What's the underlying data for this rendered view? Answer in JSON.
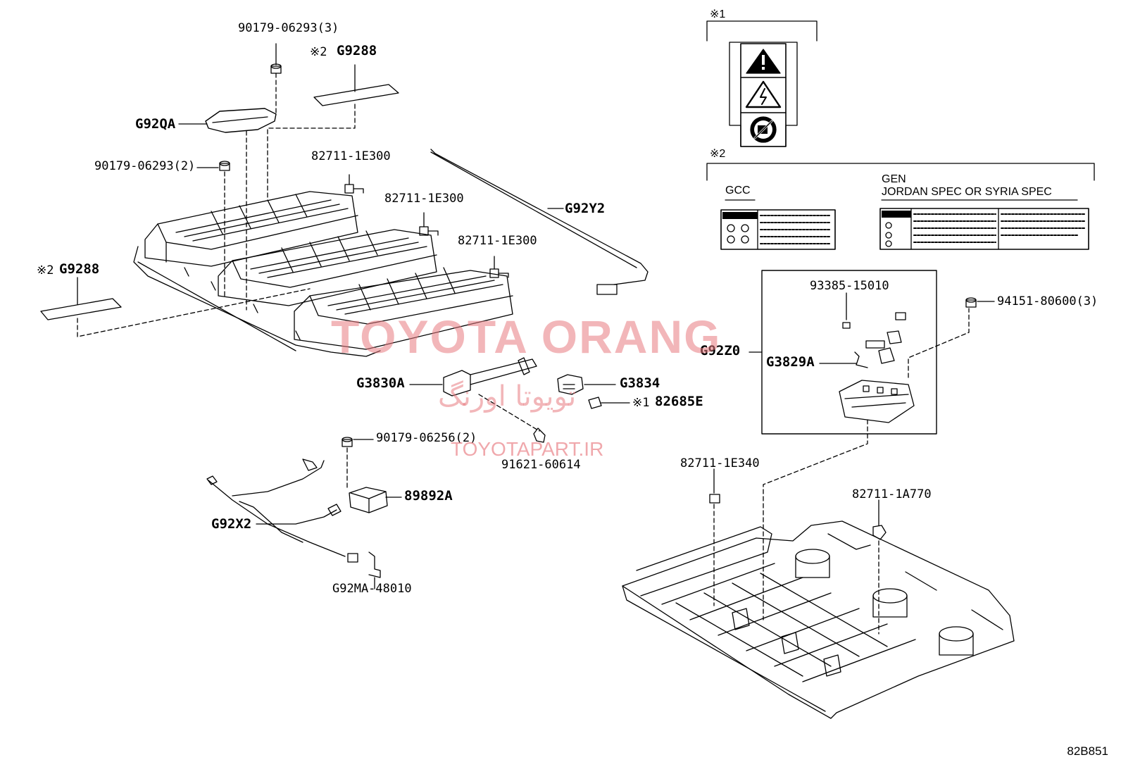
{
  "diagram_ref": "82B851",
  "notes": {
    "note1": "※1",
    "note2": "※2"
  },
  "label_panels": {
    "gcc_title": "GCC",
    "gen_title": "GEN",
    "gen_subtitle": "JORDAN SPEC OR SYRIA SPEC"
  },
  "parts": {
    "nut_top": "90179-06293(3)",
    "sticker_top_prefix": "※2",
    "sticker_top": "G9288",
    "cover_plate": "G92QA",
    "nut_left": "90179-06293(2)",
    "sticker_left_prefix": "※2",
    "sticker_left": "G9288",
    "clamp_1": "82711-1E300",
    "clamp_2": "82711-1E300",
    "clamp_3": "82711-1E300",
    "cable_g92y2": "G92Y2",
    "junction_g3830a": "G3830A",
    "sensor_g3834": "G3834",
    "label_82685e_prefix": "※1",
    "label_82685e": "82685E",
    "bolt_91621": "91621-60614",
    "nut_90179_06256": "90179-06256(2)",
    "module_89892a": "89892A",
    "wire_g92x2": "G92X2",
    "bracket_g92ma": "G92MA-48010",
    "box_g92z0": "G92Z0",
    "screw_93385": "93385-15010",
    "relay_g3829a": "G3829A",
    "nut_94151": "94151-80600(3)",
    "clamp_1e340": "82711-1E340",
    "clamp_1a770": "82711-1A770"
  },
  "watermark": {
    "main": "TOYOTA ORANG",
    "persian": "تویوتا اورنگ",
    "url": "TOYOTAPART.IR"
  },
  "colors": {
    "line": "#000000",
    "watermark": "#e87a80",
    "background": "#ffffff"
  }
}
